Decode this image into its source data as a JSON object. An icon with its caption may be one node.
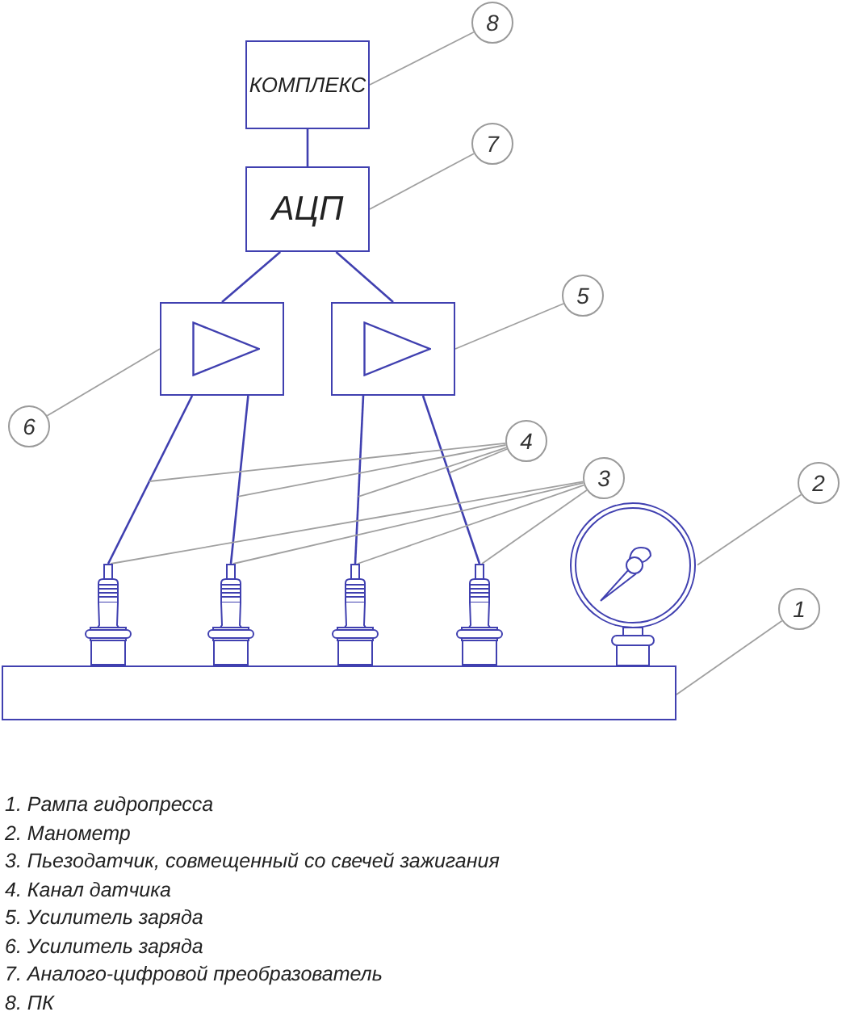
{
  "diagram": {
    "nodes": [
      {
        "text": [
          "КОМПЛЕКС"
        ]
      },
      {
        "text": [
          "8"
        ]
      },
      {
        "text": [
          "АЦП"
        ]
      },
      {
        "text": [
          "7"
        ]
      },
      {
        "text": [
          "5"
        ]
      },
      {
        "text": [],
        "shape": "box"
      },
      {
        "text": [],
        "shape": "box"
      },
      {
        "text": [
          "6"
        ]
      },
      {
        "text": [
          "4"
        ]
      },
      {
        "text": [
          "3"
        ]
      },
      {
        "text": [
          "2"
        ]
      },
      {
        "text": [],
        "shape": "picture"
      },
      {
        "text": [],
        "shape": "picture"
      },
      {
        "text": [],
        "shape": "picture"
      },
      {
        "text": [],
        "shape": "picture"
      },
      {
        "text": [],
        "shape": "picture"
      },
      {
        "text": [
          "1"
        ]
      },
      {
        "text": [],
        "shape": "box"
      }
    ],
    "edges": [
      {
        "from": 0,
        "to": 2,
        "arrow": "none",
        "color": "#4040b0"
      },
      {
        "from": 2,
        "to": 5,
        "arrow": "none",
        "color": "#4040b0"
      },
      {
        "from": 2,
        "to": 6,
        "arrow": "none",
        "color": "#4040b0"
      },
      {
        "from": 5,
        "to": 11,
        "arrow": "none",
        "color": "#4040b0"
      },
      {
        "from": 5,
        "to": 12,
        "arrow": "none",
        "color": "#4040b0"
      },
      {
        "from": 6,
        "to": 13,
        "arrow": "none",
        "color": "#4040b0"
      },
      {
        "from": 6,
        "to": 14,
        "arrow": "none",
        "color": "#4040b0"
      },
      {
        "from": 1,
        "to": 0,
        "arrow": "none"
      },
      {
        "from": 3,
        "to": 2,
        "arrow": "none"
      },
      {
        "from": 4,
        "to": 6,
        "arrow": "none"
      },
      {
        "from": 7,
        "to": 5,
        "arrow": "none"
      },
      {
        "from": 8,
        "to": null,
        "arrow": "none"
      },
      {
        "from": 8,
        "to": null,
        "arrow": "none"
      },
      {
        "from": 8,
        "to": null,
        "arrow": "none"
      },
      {
        "from": 8,
        "to": null,
        "arrow": "none"
      },
      {
        "from": 9,
        "to": 11,
        "arrow": "none"
      },
      {
        "from": 9,
        "to": 12,
        "arrow": "none"
      },
      {
        "from": 9,
        "to": 13,
        "arrow": "none"
      },
      {
        "from": 9,
        "to": 14,
        "arrow": "none"
      },
      {
        "from": 10,
        "to": 15,
        "arrow": "none"
      },
      {
        "from": 16,
        "to": 17,
        "arrow": "none"
      }
    ],
    "labels": [
      "1. Рампа гидропресса",
      "2. Манометр",
      "3. Пьезодатчик, совмещенный со свечей зажигания",
      "4. Канал датчика",
      "5. Усилитель заряда",
      "6. Усилитель заряда",
      "7. Аналого-цифровой преобразователь",
      "8. ПК"
    ]
  }
}
